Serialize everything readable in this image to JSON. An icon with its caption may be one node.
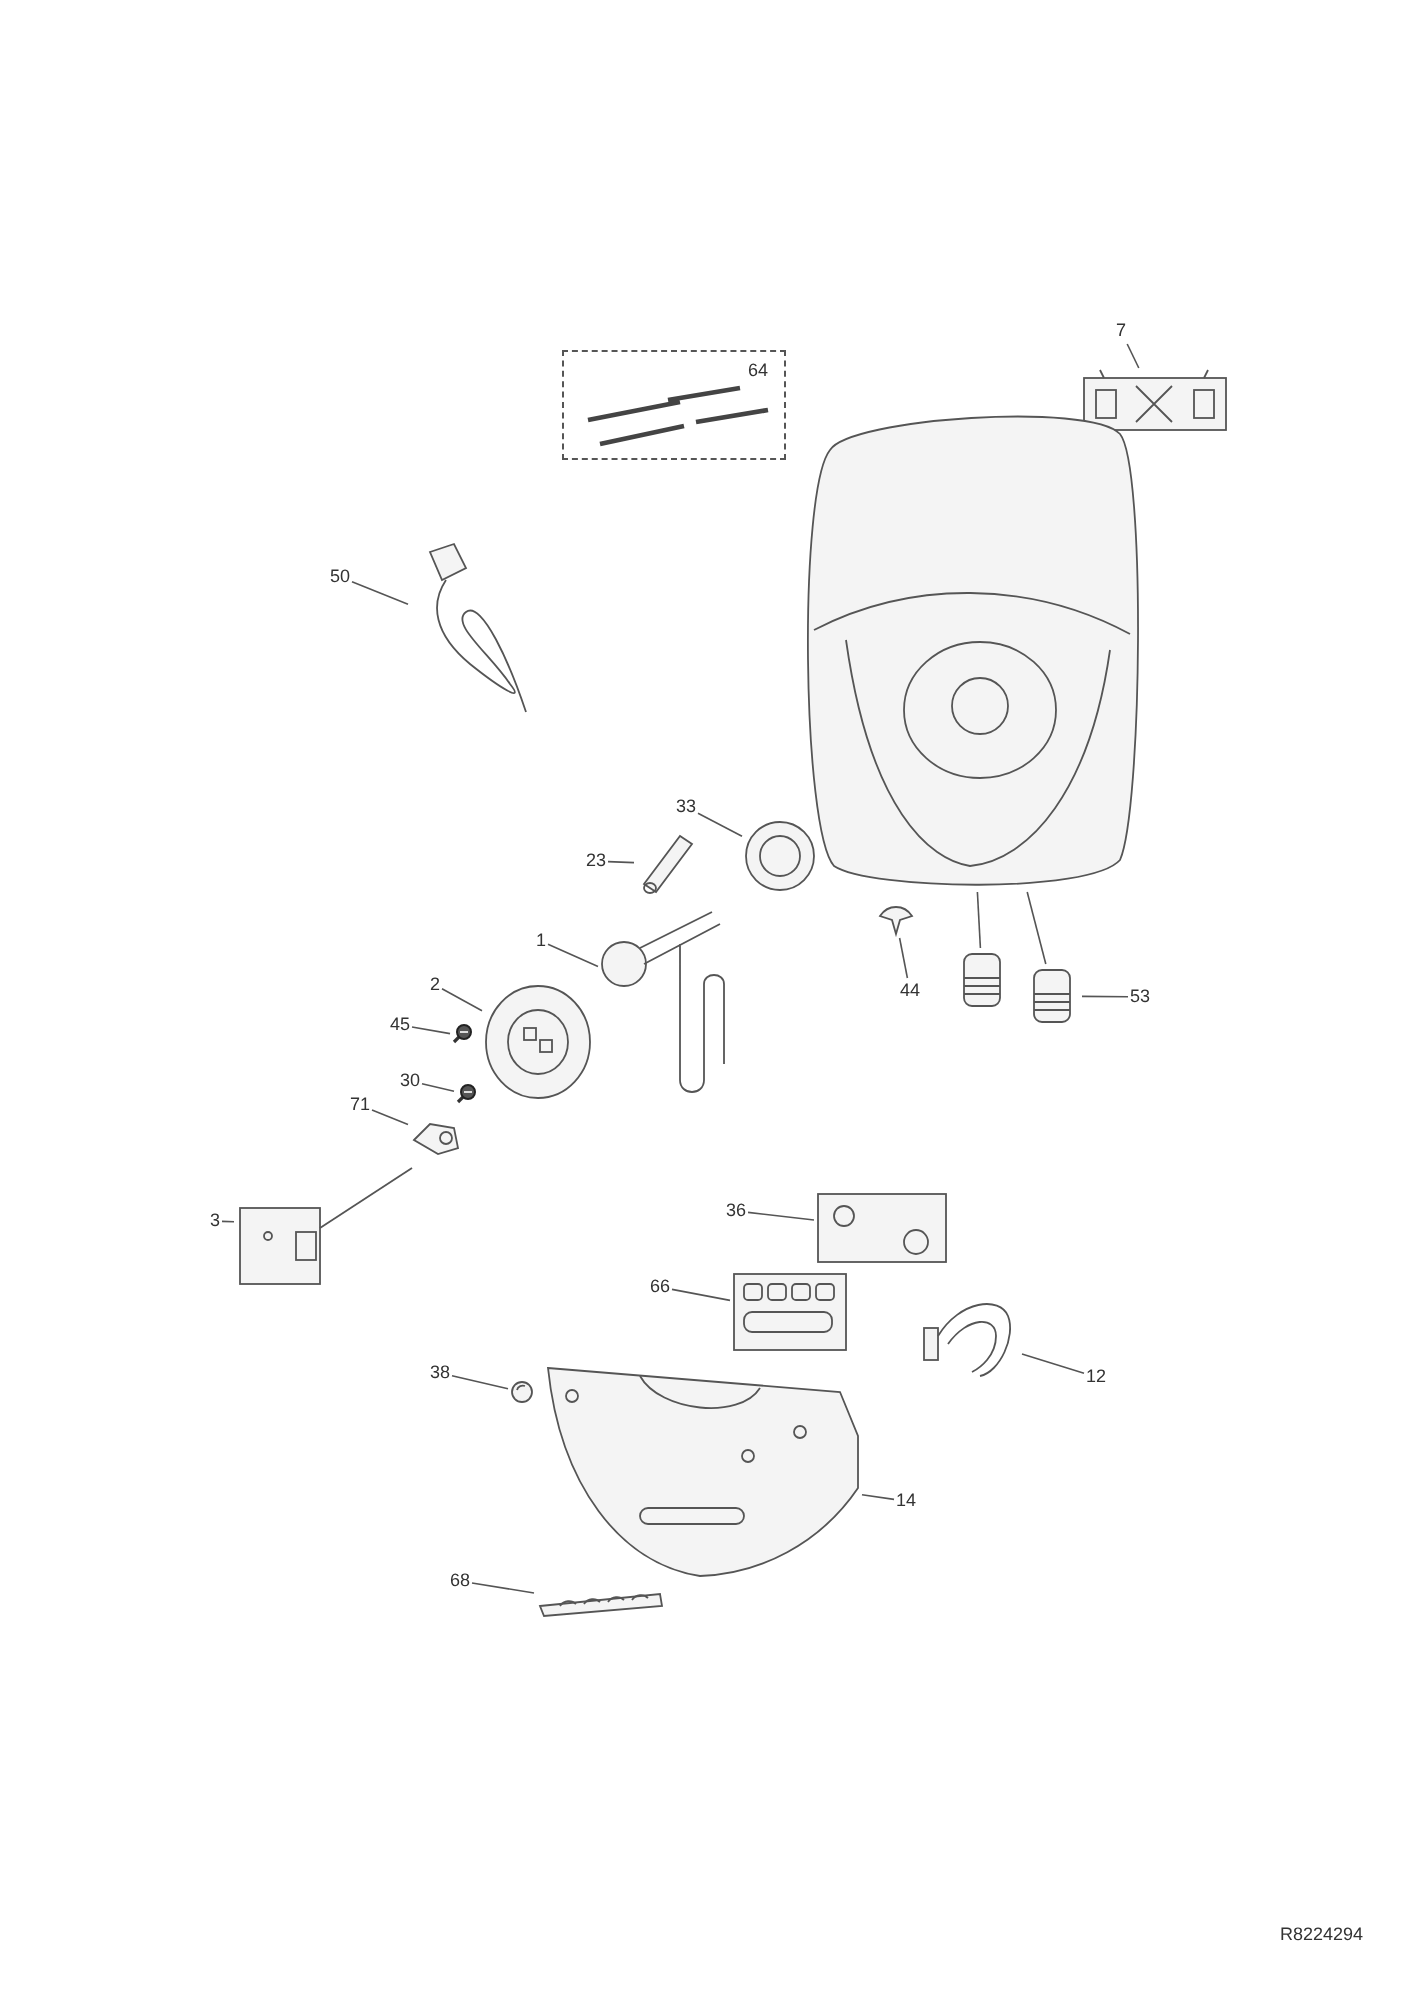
{
  "diagram": {
    "nodes": [
      {
        "text": [
          "64"
        ]
      },
      {
        "text": [
          "7"
        ]
      },
      {
        "text": [],
        "shape": "picture"
      },
      {
        "text": [
          "50"
        ]
      },
      {
        "text": [],
        "shape": "picture"
      },
      {
        "text": [],
        "shape": "picture"
      },
      {
        "text": [
          "33"
        ]
      },
      {
        "text": [],
        "shape": "picture"
      },
      {
        "text": [
          "23"
        ]
      },
      {
        "text": [],
        "shape": "picture"
      },
      {
        "text": [
          "1"
        ]
      },
      {
        "text": [],
        "shape": "picture"
      },
      {
        "text": [
          "2"
        ]
      },
      {
        "text": [],
        "shape": "picture"
      },
      {
        "text": [
          "45"
        ]
      },
      {
        "text": [],
        "shape": "picture"
      },
      {
        "text": [
          "30"
        ]
      },
      {
        "text": [],
        "shape": "picture"
      },
      {
        "text": [
          "71"
        ]
      },
      {
        "text": [],
        "shape": "picture"
      },
      {
        "text": [
          "3"
        ]
      },
      {
        "text": [],
        "shape": "picture"
      },
      {
        "text": [
          "44"
        ]
      },
      {
        "text": [],
        "shape": "picture"
      },
      {
        "text": [],
        "shape": "picture"
      },
      {
        "text": [],
        "shape": "picture"
      },
      {
        "text": [
          "53"
        ]
      },
      {
        "text": [
          "36"
        ]
      },
      {
        "text": [],
        "shape": "picture"
      },
      {
        "text": [
          "66"
        ]
      },
      {
        "text": [],
        "shape": "picture"
      },
      {
        "text": [
          "12"
        ]
      },
      {
        "text": [],
        "shape": "picture"
      },
      {
        "text": [
          "38"
        ]
      },
      {
        "text": [],
        "shape": "picture"
      },
      {
        "text": [
          "14"
        ]
      },
      {
        "text": [],
        "shape": "picture"
      },
      {
        "text": [
          "68"
        ]
      },
      {
        "text": [],
        "shape": "picture"
      }
    ],
    "edges": [
      {
        "from": 1,
        "to": 2,
        "arrow": "none"
      },
      {
        "from": 3,
        "to": 4,
        "arrow": "none"
      },
      {
        "from": 6,
        "to": 7,
        "arrow": "none"
      },
      {
        "from": 8,
        "to": 9,
        "arrow": "none"
      },
      {
        "from": 10,
        "to": 11,
        "arrow": "none"
      },
      {
        "from": 12,
        "to": 13,
        "arrow": "none"
      },
      {
        "from": 14,
        "to": 15,
        "arrow": "none"
      },
      {
        "from": 16,
        "to": 17,
        "arrow": "none"
      },
      {
        "from": 18,
        "to": 19,
        "arrow": "none"
      },
      {
        "from": 20,
        "to": 21,
        "arrow": "none"
      },
      {
        "from": 22,
        "to": 23,
        "arrow": "none"
      },
      {
        "from": 5,
        "to": 24,
        "arrow": "none"
      },
      {
        "from": 5,
        "to": 25,
        "arrow": "none"
      },
      {
        "from": 26,
        "to": 25,
        "arrow": "none"
      },
      {
        "from": 27,
        "to": 28,
        "arrow": "none"
      },
      {
        "from": 29,
        "to": 30,
        "arrow": "none"
      },
      {
        "from": 31,
        "to": 32,
        "arrow": "none"
      },
      {
        "from": 33,
        "to": 34,
        "arrow": "none"
      },
      {
        "from": 35,
        "to": 36,
        "arrow": "none"
      },
      {
        "from": 37,
        "to": 38,
        "arrow": "none"
      }
    ],
    "labels": [
      "R8224294"
    ]
  }
}
